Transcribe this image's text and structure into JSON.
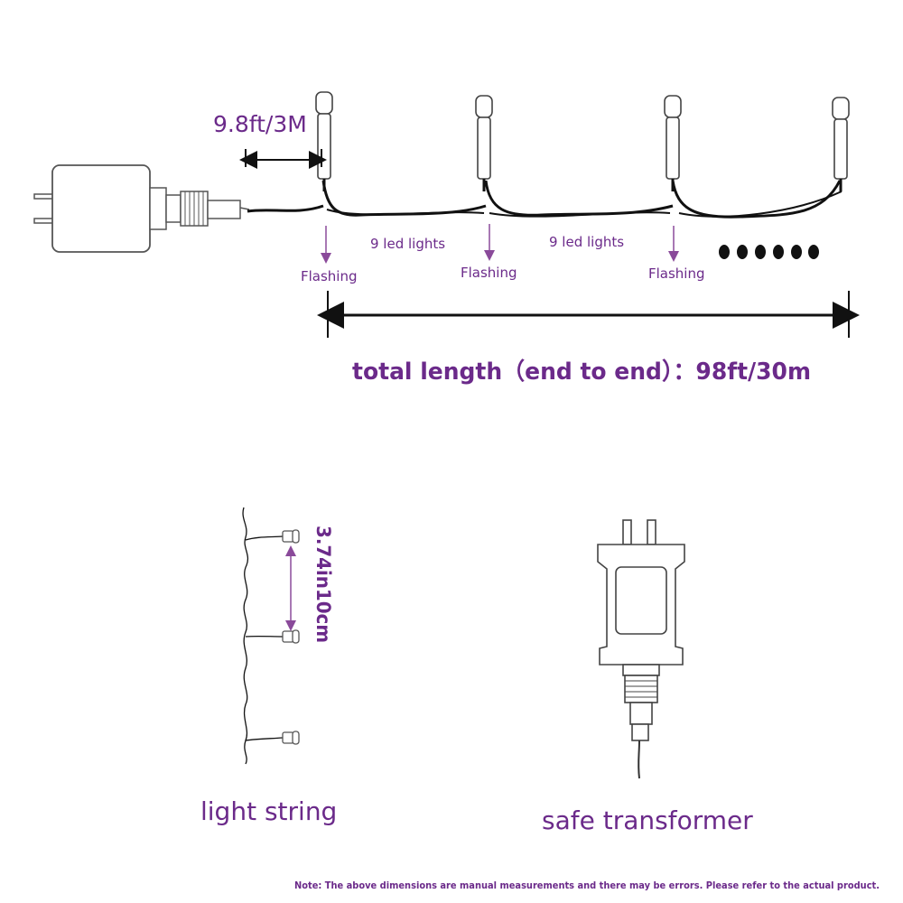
{
  "labels": {
    "lead_length": "9.8ft/3M",
    "segment_left": "9 led lights",
    "segment_right": "9 led lights",
    "flashing_1": "Flashing",
    "flashing_2": "Flashing",
    "flashing_3": "Flashing",
    "total_length": "total length（end to end）：98ft/30m",
    "spacing": "3.74in10cm",
    "light_string_caption": "light string",
    "transformer_caption": "safe transformer",
    "note": "Note: The above dimensions are manual measurements and there may be errors. Please refer to the actual product."
  },
  "colors": {
    "text_accent": "#6b2a8a",
    "wire": "#111111",
    "outline": "#555555",
    "arrow_thin": "#8a4a9a"
  },
  "icons": {
    "adapter": "plug-adapter-icon",
    "bulb": "led-bulb-icon",
    "transformer": "transformer-icon"
  }
}
